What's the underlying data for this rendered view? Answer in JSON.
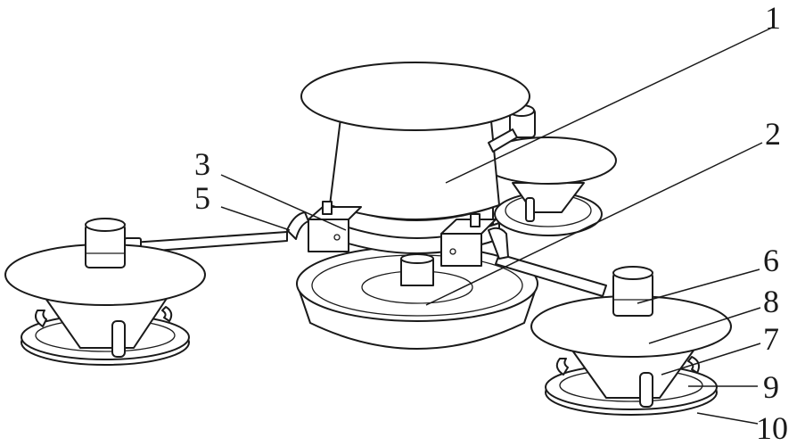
{
  "figure": {
    "callouts": [
      {
        "id": "c1",
        "label": "1"
      },
      {
        "id": "c2",
        "label": "2"
      },
      {
        "id": "c3",
        "label": "3"
      },
      {
        "id": "c5",
        "label": "5"
      },
      {
        "id": "c6",
        "label": "6"
      },
      {
        "id": "c8",
        "label": "8"
      },
      {
        "id": "c7",
        "label": "7"
      },
      {
        "id": "c9",
        "label": "9"
      },
      {
        "id": "c10",
        "label": "10"
      }
    ]
  }
}
